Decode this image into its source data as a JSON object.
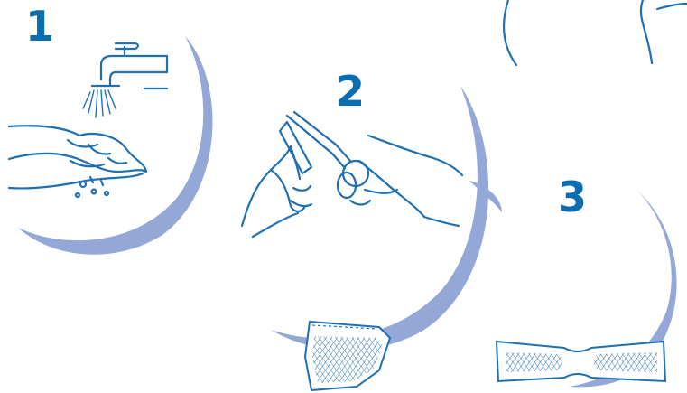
{
  "steps": [
    {
      "number": "1",
      "illustration": "hands-washing-under-tap"
    },
    {
      "number": "2",
      "illustration": "cutting-with-scissors"
    },
    {
      "number": "3",
      "illustration": "cut-strip"
    }
  ],
  "colors": {
    "accent": "#0a6db0",
    "line": "#1f6fb3",
    "shadow": "#93a8d6",
    "background": "#ffffff"
  }
}
